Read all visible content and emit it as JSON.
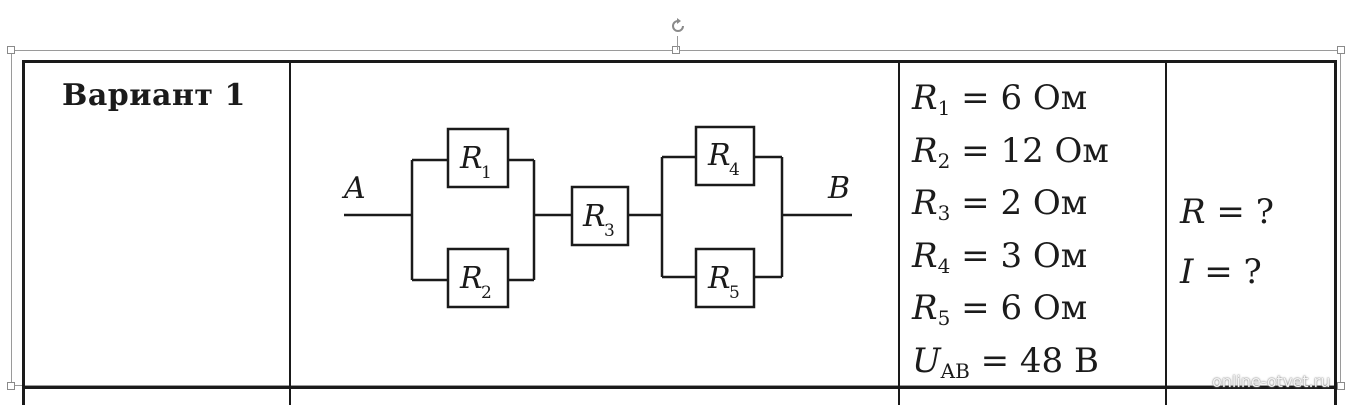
{
  "table": {
    "variant_label": "Вариант 1",
    "givens": [
      {
        "sym": "R",
        "sub": "1",
        "value": "= 6 Ом"
      },
      {
        "sym": "R",
        "sub": "2",
        "value": "= 12 Ом"
      },
      {
        "sym": "R",
        "sub": "3",
        "value": "= 2 Ом"
      },
      {
        "sym": "R",
        "sub": "4",
        "value": "= 3 Ом"
      },
      {
        "sym": "R",
        "sub": "5",
        "value": "= 6 Ом"
      },
      {
        "sym": "U",
        "sub": "AB",
        "value": "= 48 В"
      }
    ],
    "asks": [
      {
        "sym": "R",
        "value": "= ?"
      },
      {
        "sym": "I",
        "value": "= ?"
      }
    ]
  },
  "circuit": {
    "terminal_a": "A",
    "terminal_b": "B",
    "resistors": [
      {
        "sym": "R",
        "sub": "1"
      },
      {
        "sym": "R",
        "sub": "2"
      },
      {
        "sym": "R",
        "sub": "3"
      },
      {
        "sym": "R",
        "sub": "4"
      },
      {
        "sym": "R",
        "sub": "5"
      }
    ]
  },
  "watermark": "online-otvet.ru",
  "icons": {
    "rotate_handle": "rotate-icon"
  }
}
